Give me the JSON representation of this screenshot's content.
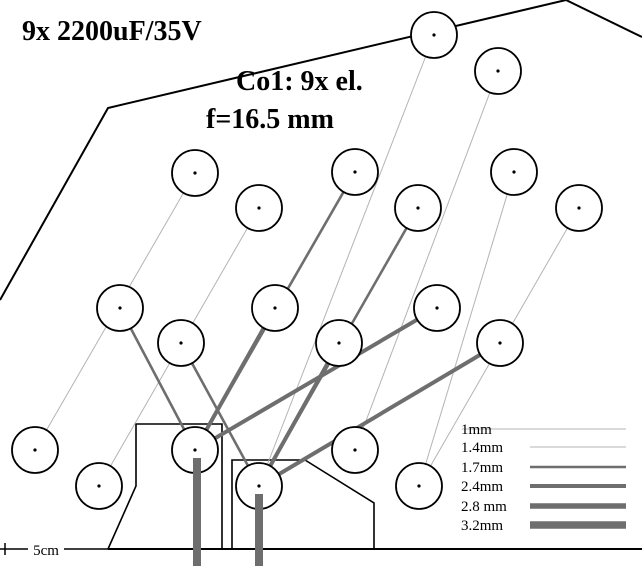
{
  "labels": {
    "title": "9x 2200uF/35V",
    "subtitle_line1": "Co1: 9x el.",
    "subtitle_line2": "f=16.5 mm",
    "scale": "5cm"
  },
  "colors": {
    "outline": "#000000",
    "wire": "#6e6e6e",
    "thin_wire": "#b4b4b4",
    "background": "#ffffff"
  },
  "legend": [
    {
      "label": "1mm",
      "gauge_mm": 1.0
    },
    {
      "label": "1.4mm",
      "gauge_mm": 1.4
    },
    {
      "label": "1.7mm",
      "gauge_mm": 1.7
    },
    {
      "label": "2.4mm",
      "gauge_mm": 2.4
    },
    {
      "label": "2.8 mm",
      "gauge_mm": 2.8
    },
    {
      "label": "3.2mm",
      "gauge_mm": 3.2
    }
  ]
}
